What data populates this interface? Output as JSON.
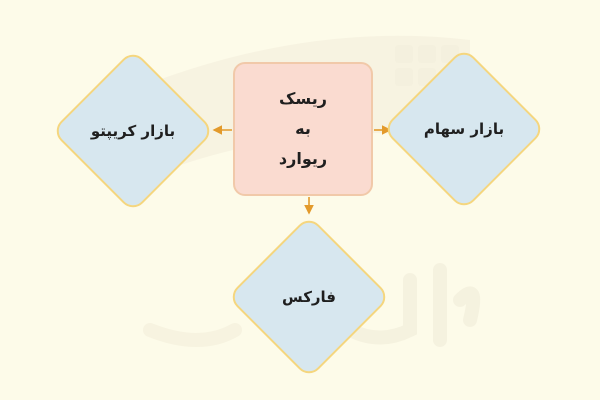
{
  "center": {
    "line1": "ریسک",
    "line2": "به",
    "line3": "ریوارد"
  },
  "nodes": {
    "crypto": "بازار  کریپتو",
    "stocks": "بازار سهام",
    "forex": "فارکس"
  },
  "colors": {
    "background": "#fdfbe9",
    "center_fill": "#fadbd0",
    "center_border": "#f1c9a9",
    "diamond_fill": "#d7e7ef",
    "diamond_border": "#f5d67e",
    "arrow": "#e39a2b"
  },
  "icons": {
    "watermark": "faradars-logo-watermark"
  }
}
